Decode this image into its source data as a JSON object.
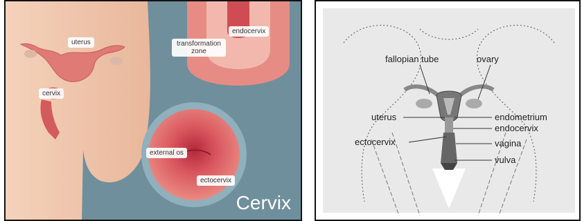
{
  "left_panel": {
    "title": "Cervix",
    "labels": {
      "uterus": "uterus",
      "cervix": "cervix",
      "transformation_zone": "transformation zone",
      "endocervix": "endocervix",
      "external_os": "external os",
      "ectocervix": "ectocervix"
    },
    "colors": {
      "background": "#6f8f9c",
      "skin": "#f0c4a8",
      "tissue": "#d9666a"
    }
  },
  "right_panel": {
    "labels": {
      "fallopian_tube": "fallopian tube",
      "ovary": "ovary",
      "uterus": "uterus",
      "endometrium": "endometrium",
      "endocervix": "endocervix",
      "ectocervix": "ectocervix",
      "vagina": "vagina",
      "vulva": "vulva"
    }
  }
}
